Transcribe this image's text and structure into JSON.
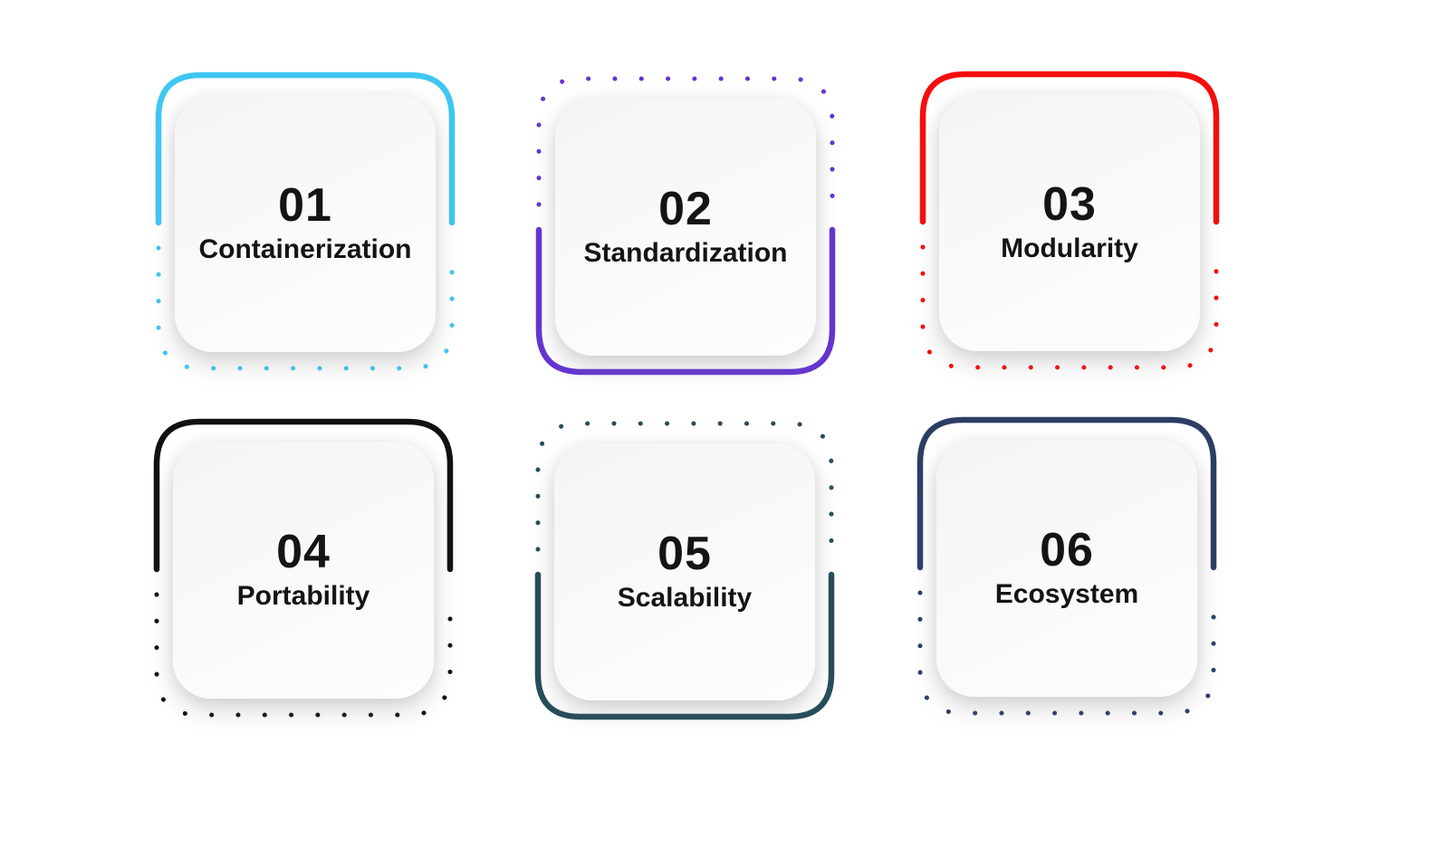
{
  "page": {
    "background_color": "#ffffff",
    "text_color": "#141414"
  },
  "cards": [
    {
      "number": "01",
      "label": "Containerization",
      "color": "#3EC7F2",
      "accent_side": "top"
    },
    {
      "number": "02",
      "label": "Standardization",
      "color": "#6434D1",
      "accent_side": "bottom"
    },
    {
      "number": "03",
      "label": "Modularity",
      "color": "#F60D0D",
      "accent_side": "top"
    },
    {
      "number": "04",
      "label": "Portability",
      "color": "#111111",
      "accent_side": "top"
    },
    {
      "number": "05",
      "label": "Scalability",
      "color": "#254C59",
      "accent_side": "bottom"
    },
    {
      "number": "06",
      "label": "Ecosystem",
      "color": "#2C3E64",
      "accent_side": "top"
    }
  ]
}
